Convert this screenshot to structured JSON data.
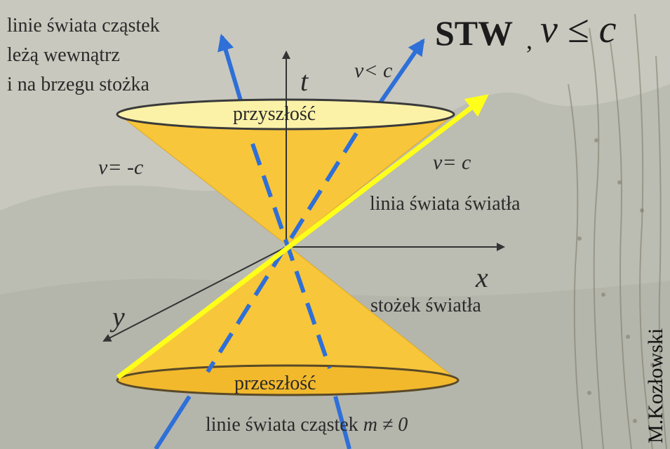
{
  "title": {
    "stw": "STW",
    "comma": ",",
    "formula": "v ≤ c"
  },
  "top_left_note": {
    "line1": "linie świata cząstek",
    "line2": "leżą wewnątrz",
    "line3": "i na brzegu stożka"
  },
  "axes": {
    "t": "t",
    "x": "x",
    "y": "y"
  },
  "labels": {
    "v_less_c": "v< c",
    "v_minus_c": "v= -c",
    "v_c": "v= c",
    "future": "przyszłość",
    "past": "przeszłość",
    "light_worldline": "linia świata światła",
    "light_cone": "stożek światła",
    "particle_worldlines_prefix": "linie świata cząstek",
    "particle_worldlines_condition": "m ≠ 0"
  },
  "author": "M.Kozłowski",
  "colors": {
    "background": "#c9c9bf",
    "cone_fill": "#f7c63a",
    "cone_ellipse_top": "#fbf2a8",
    "worldline_blue": "#2e6fd8",
    "light_line": "#ffff1a",
    "axis": "#333333"
  }
}
